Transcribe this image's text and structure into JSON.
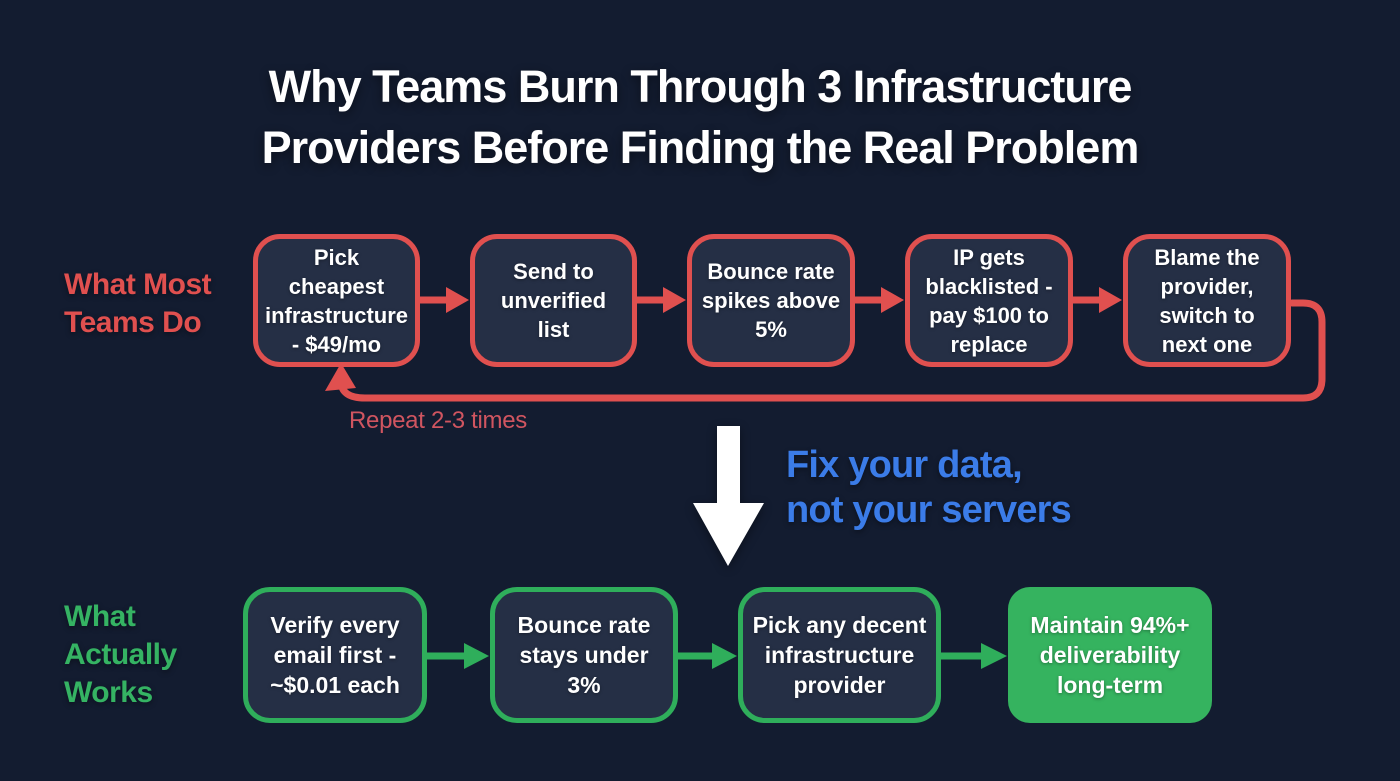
{
  "title": {
    "line1": "Why Teams Burn Through 3 Infrastructure",
    "line2": "Providers Before Finding the Real Problem"
  },
  "colors": {
    "background": "#131c30",
    "box_fill": "#252f45",
    "red": "#e0504f",
    "green": "#2fae5b",
    "green_fill": "#35b35f",
    "blue": "#3b7ce8",
    "white": "#ffffff",
    "loop_label_red": "#d05560"
  },
  "red_flow": {
    "label_line1": "What Most",
    "label_line2": "Teams Do",
    "steps": [
      "Pick cheapest infrastructure - $49/mo",
      "Send to unverified list",
      "Bounce rate spikes above 5%",
      "IP gets blacklisted - pay $100 to replace",
      "Blame the provider, switch to next one"
    ],
    "loop_label": "Repeat 2-3 times",
    "loop_icon": "loop-back-arrow",
    "connector_icon": "right-arrow"
  },
  "transition": {
    "arrow_icon": "down-arrow",
    "line1": "Fix your data,",
    "line2": "not your servers"
  },
  "green_flow": {
    "label_line1": "What",
    "label_line2": "Actually",
    "label_line3": "Works",
    "steps": [
      "Verify every email first - ~$0.01 each",
      "Bounce rate stays under 3%",
      "Pick any decent infrastructure provider",
      "Maintain 94%+ deliverability long-term"
    ],
    "connector_icon": "right-arrow"
  }
}
